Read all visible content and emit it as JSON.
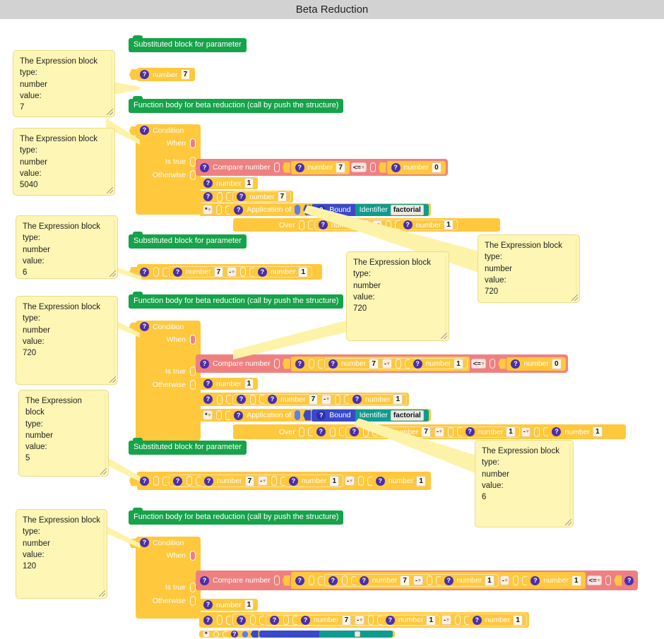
{
  "header": {
    "title": "Beta Reduction"
  },
  "icons": {
    "question": "?",
    "caret_down": "▾"
  },
  "comments": {
    "substituted": "Substituted block for parameter",
    "function_body": "Function body for beta reduction (call by push the structure)"
  },
  "labels": {
    "condition": "Condition",
    "when": "When",
    "is_true": "Is true",
    "otherwise": "Otherwise",
    "compare_number": "Compare number",
    "number": "number",
    "application_of": "Application of",
    "over": "Over",
    "bound": "Bound",
    "identifier": "Identifier",
    "factorial": "factorial"
  },
  "operators": {
    "minus": "-",
    "lte": "<=",
    "times": "*"
  },
  "values": {
    "seven": "7",
    "one": "1",
    "zero": "0"
  },
  "tips": [
    {
      "id": "tip-7",
      "title": "The Expression block",
      "type_label": "type:",
      "type_value": "number",
      "value_label": "value:",
      "value": "7"
    },
    {
      "id": "tip-5040",
      "title": "The Expression block",
      "type_label": "type:",
      "type_value": "number",
      "value_label": "value:",
      "value": "5040"
    },
    {
      "id": "tip-6a",
      "title": "The Expression block",
      "type_label": "type:",
      "type_value": "number",
      "value_label": "value:",
      "value": "6"
    },
    {
      "id": "tip-720a",
      "title": "The Expression block",
      "type_label": "type:",
      "type_value": "number",
      "value_label": "value:",
      "value": "720"
    },
    {
      "id": "tip-720b",
      "title": "The Expression block",
      "type_label": "type:",
      "type_value": "number",
      "value_label": "value:",
      "value": "720"
    },
    {
      "id": "tip-720c",
      "title": "The Expression block",
      "type_label": "type:",
      "type_value": "number",
      "value_label": "value:",
      "value": "720"
    },
    {
      "id": "tip-5",
      "title": "The Expression block",
      "type_label": "type:",
      "type_value": "number",
      "value_label": "value:",
      "value": "5"
    },
    {
      "id": "tip-6b",
      "title": "The Expression block",
      "type_label": "type:",
      "type_value": "number",
      "value_label": "value:",
      "value": "6"
    },
    {
      "id": "tip-120",
      "title": "The Expression block",
      "type_label": "type:",
      "type_value": "number",
      "value_label": "value:",
      "value": "120"
    }
  ],
  "colors": {
    "header_bg": "#d2d2d2",
    "block_amber": "#ffc83d",
    "comment_green": "#16a34a",
    "compare_red": "#ef8080",
    "bound_blue": "#3949c9",
    "identifier_teal": "#0f9b8e",
    "tooltip_yellow": "#fdf6b5",
    "question_purple": "#4b2fa8"
  }
}
